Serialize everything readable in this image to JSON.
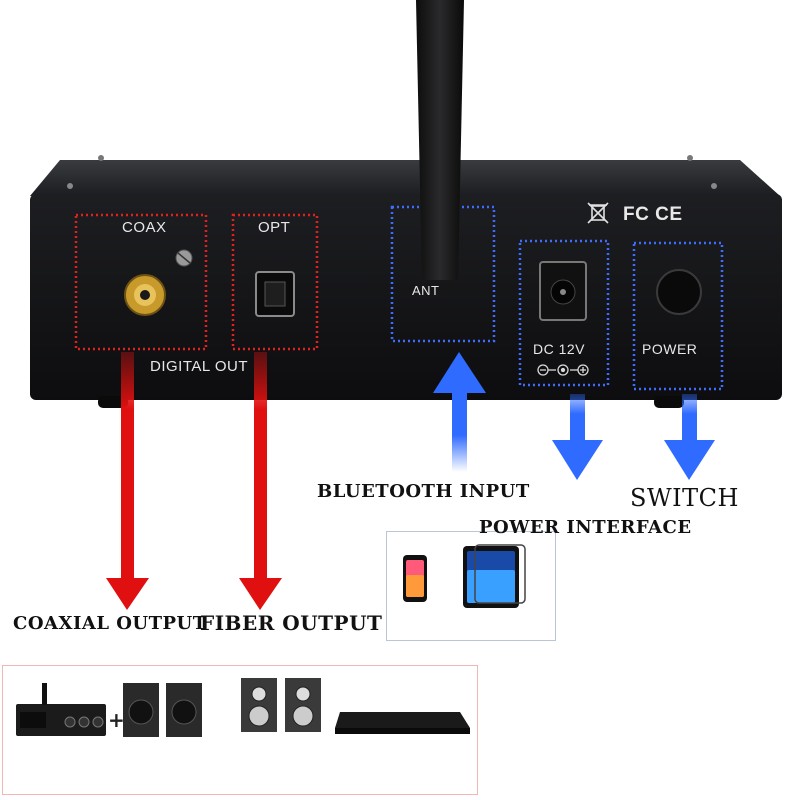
{
  "device": {
    "labels": {
      "coax": "COAX",
      "opt": "OPT",
      "digital_out": "DIGITAL OUT",
      "ant": "ANT",
      "dc": "DC 12V",
      "power": "POWER",
      "cert": "FC CE"
    }
  },
  "callouts": {
    "bluetooth": "BLUETOOTH INPUT",
    "switch": "SWITCH",
    "power_interface": "POWER INTERFACE",
    "coaxial": "COAXIAL OUTPUT",
    "fiber": "FIBER OUTPUT"
  },
  "colors": {
    "red_arrow": "#e01010",
    "blue_arrow": "#2f6bff",
    "box_red": "#e32020",
    "box_blue": "#3d6cff",
    "device_body": "#141416"
  }
}
